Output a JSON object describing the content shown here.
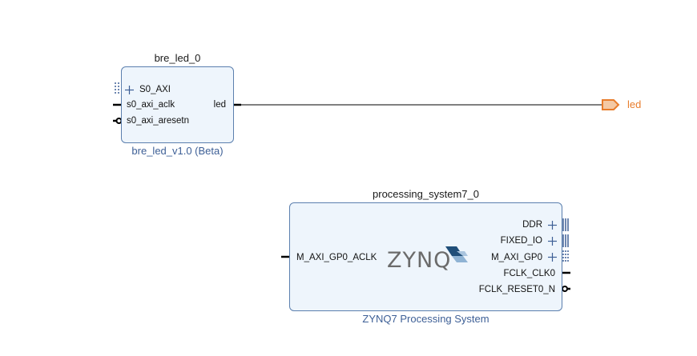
{
  "blocks": {
    "bre_led": {
      "instance_name": "bre_led_0",
      "ip_name": "bre_led_v1.0 (Beta)",
      "pins_left": [
        {
          "label": "S0_AXI",
          "kind": "bus-interface"
        },
        {
          "label": "s0_axi_aclk",
          "kind": "clock"
        },
        {
          "label": "s0_axi_aresetn",
          "kind": "reset-active-low"
        }
      ],
      "pins_right": [
        {
          "label": "led",
          "kind": "output"
        }
      ]
    },
    "ps7": {
      "instance_name": "processing_system7_0",
      "ip_name": "ZYNQ7 Processing System",
      "logo_text": "ZYNQ",
      "pins_left": [
        {
          "label": "M_AXI_GP0_ACLK",
          "kind": "clock"
        }
      ],
      "pins_right": [
        {
          "label": "DDR",
          "kind": "bus-interface"
        },
        {
          "label": "FIXED_IO",
          "kind": "bus-interface"
        },
        {
          "label": "M_AXI_GP0",
          "kind": "bus-interface"
        },
        {
          "label": "FCLK_CLK0",
          "kind": "clock-output"
        },
        {
          "label": "FCLK_RESET0_N",
          "kind": "reset-active-low"
        }
      ]
    }
  },
  "external_ports": [
    {
      "label": "led",
      "direction": "output"
    }
  ],
  "colors": {
    "block_fill": "#eef5fc",
    "block_border": "#5b7fae",
    "ip_name_text": "#3d5f96",
    "external_port": "#e87d2c",
    "wire": "#000000",
    "bus_pin": "#3d5f96",
    "zynq_logo_dark": "#1f4e79",
    "zynq_logo_light": "#8fb3d4"
  }
}
